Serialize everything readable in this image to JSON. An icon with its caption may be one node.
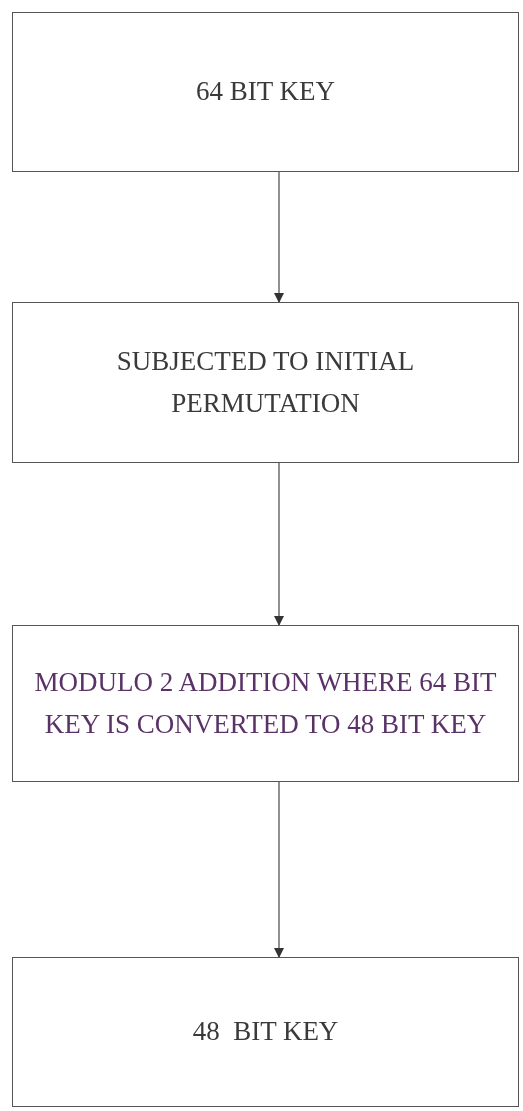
{
  "diagram": {
    "nodes": [
      {
        "text": [
          "64 BIT KEY"
        ]
      },
      {
        "text": [
          "SUBJECTED TO INITIAL PERMUTATION"
        ]
      },
      {
        "text": [
          "MODULO 2 ADDITION WHERE 64 BIT KEY IS CONVERTED TO 48 BIT KEY"
        ]
      },
      {
        "text": [
          "48  BIT KEY"
        ]
      }
    ],
    "edges": [
      {
        "from": 0,
        "to": 1,
        "arrow": "to"
      },
      {
        "from": 1,
        "to": 2,
        "arrow": "to"
      },
      {
        "from": 2,
        "to": 3,
        "arrow": "to"
      }
    ]
  }
}
